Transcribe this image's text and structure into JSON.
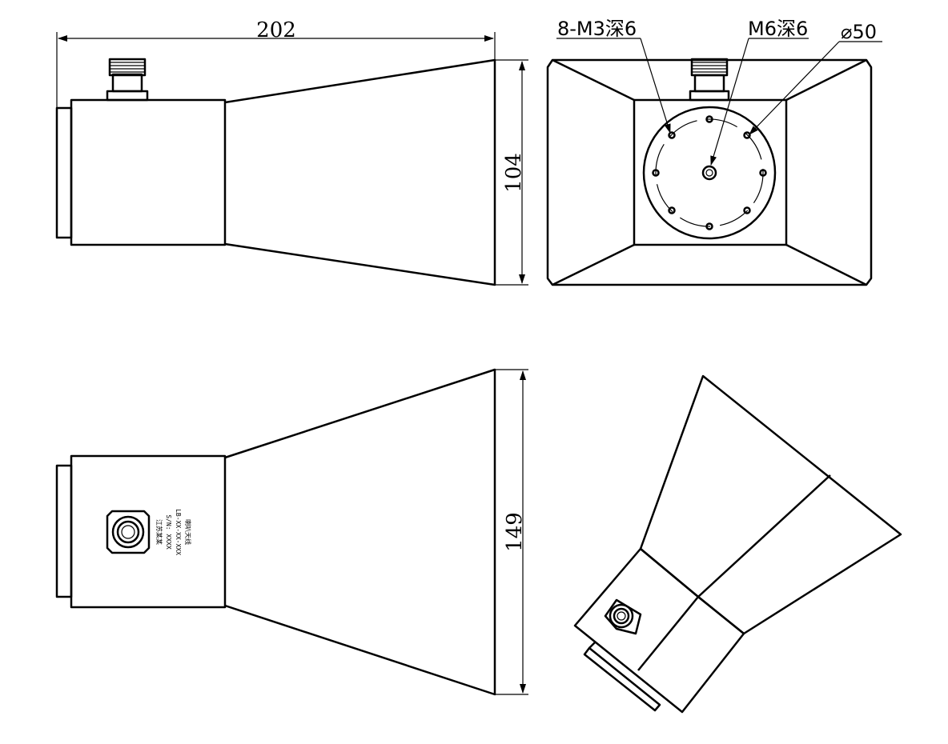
{
  "dimensions": {
    "length": "202",
    "height_side": "104",
    "height_top": "149"
  },
  "callouts": {
    "holes": "8-M3深6",
    "center_hole": "M6深6",
    "diameter": "⌀50"
  },
  "label_plate": {
    "lines": [
      "喇叭天线",
      "LB-XX-XX-XXX",
      "S/N: XXXX",
      "江苏某某"
    ]
  },
  "colors": {
    "line": "#000000",
    "background": "#ffffff"
  }
}
